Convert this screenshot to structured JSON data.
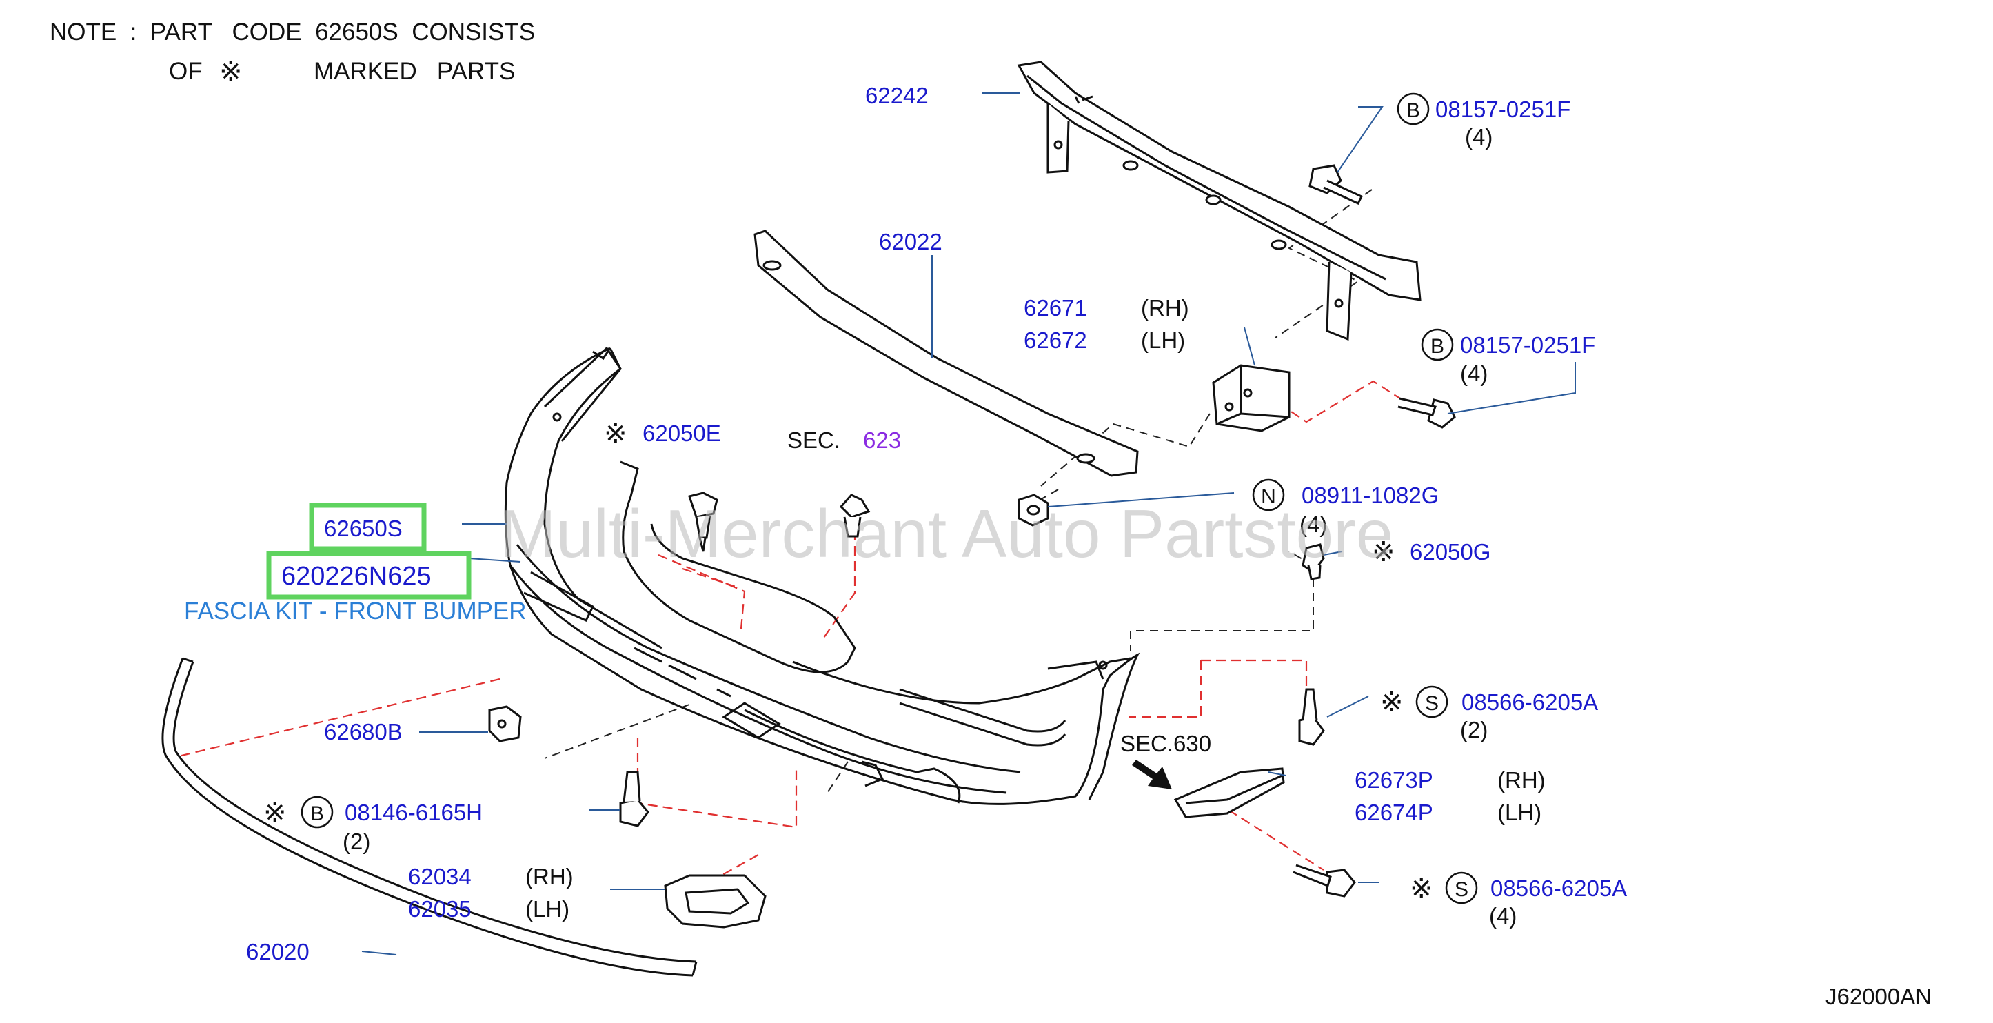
{
  "colors": {
    "link": "#1a1acc",
    "fascia_title": "#2b7fd6",
    "sec_purple": "#8a2be2",
    "leader": "#2a5a9a",
    "dash_red": "#e03030",
    "dash_black": "#222222",
    "highlight": "#5fd35f",
    "watermark": "#b8b8b8"
  },
  "note": {
    "line1": "NOTE  :  PART   CODE  62650S  CONSISTS",
    "line2_of": "OF",
    "line2_parts": "MARKED   PARTS"
  },
  "mark_symbol": "※",
  "watermark": "Multi-Merchant Auto Partstore",
  "diagram_code": "J62000AN",
  "fascia_title": "FASCIA KIT - FRONT BUMPER",
  "codes": {
    "c62242": "62242",
    "c62022": "62022",
    "c62671": "62671",
    "c62672": "62672",
    "c62050E": "62050E",
    "c62650S": "62650S",
    "c620226N625": "620226N625",
    "c62680B": "62680B",
    "c08146": "08146-6165H",
    "c62034": "62034",
    "c62035": "62035",
    "c62020": "62020",
    "c08157a": "08157-0251F",
    "c08157b": "08157-0251F",
    "c08911": "08911-1082G",
    "c62050G": "62050G",
    "c08566a": "08566-6205A",
    "c62673P": "62673P",
    "c62674P": "62674P",
    "c08566b": "08566-6205A"
  },
  "sides": {
    "rh": "(RH)",
    "lh": "(LH)"
  },
  "qty": {
    "q4": "(4)",
    "q2": "(2)"
  },
  "circle_letters": {
    "b": "B",
    "n": "N",
    "s": "S"
  },
  "sec": {
    "sec_label": "SEC.",
    "sec_623": "623",
    "sec_630": "SEC.630"
  }
}
